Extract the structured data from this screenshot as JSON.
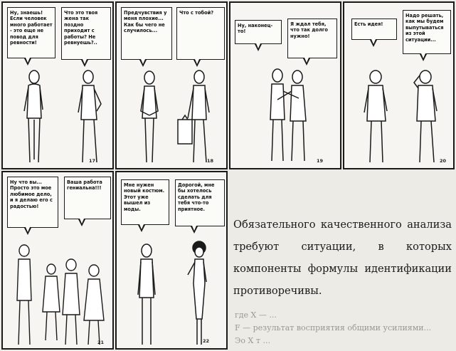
{
  "panels": [
    {
      "number": "17",
      "bubbles": [
        "Ну, знаешь! Если человек много работает - это еще не повод для ревности!",
        "Что это твоя жена так поздно приходит с работы? Не ревнуешь?.."
      ]
    },
    {
      "number": "18",
      "bubbles": [
        "Предчувствия у меня плохие... Как бы чего не случилось...",
        "Что с тобой?"
      ]
    },
    {
      "number": "19",
      "bubbles": [
        "Ну, наконец-то!",
        "Я ждал тебя, что так долго нужно!"
      ]
    },
    {
      "number": "20",
      "bubbles": [
        "Есть идея!",
        "Надо решать, как мы будем выпутываться из этой ситуации..."
      ]
    },
    {
      "number": "21",
      "bubbles": [
        "Ну что вы... Просто это мое любимое дело, и я делаю его с радостью!",
        "Ваша работа гениальна!!!"
      ]
    },
    {
      "number": "22",
      "bubbles": [
        "Мне нужен новый костюм. Этот уже вышел из моды.",
        "Дорогой, мне бы хотелось сделать для тебя что-то приятное."
      ]
    }
  ],
  "caption": "Обязательного качественного анализа требуют ситуации, в которых компоненты формулы идентификации противоречивы.",
  "bleed_lines": [
    "F — результат восприятия общими усилиями...",
    "где X — ...",
    "Эо X т ..."
  ]
}
